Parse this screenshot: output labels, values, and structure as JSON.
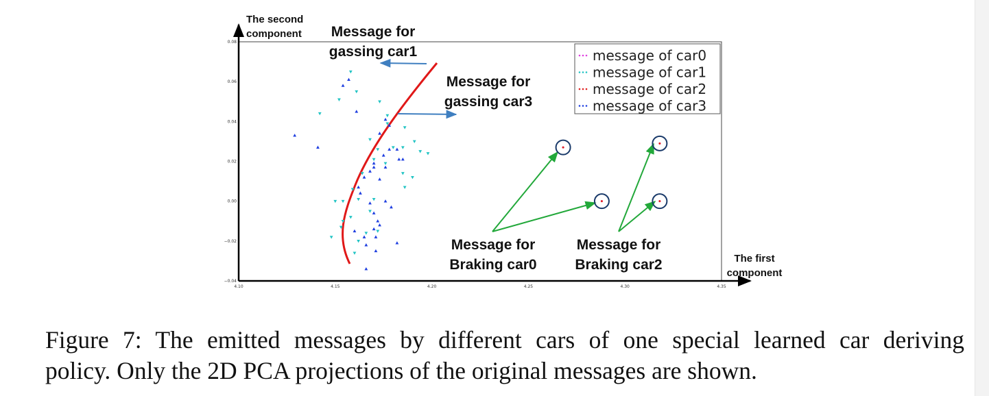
{
  "chart_data": {
    "type": "scatter",
    "xlabel": "The first component",
    "ylabel": "The second component",
    "xlim": [
      4.1,
      4.35
    ],
    "ylim": [
      -0.04,
      0.08
    ],
    "x_ticks": [
      "4.10",
      "4.15",
      "4.20",
      "4.25",
      "4.30",
      "4.35"
    ],
    "y_ticks": [
      "0.08",
      "0.06",
      "0.04",
      "0.02",
      "0.00",
      "−0.02",
      "−0.04"
    ],
    "legend_position": "top-right",
    "legend": [
      "message of car0",
      "message of car1",
      "message of car2",
      "message of car3"
    ],
    "series": [
      {
        "name": "message of car0",
        "color": "#e040e0",
        "marker": "dot",
        "points": [
          [
            4.268,
            0.027
          ],
          [
            4.288,
            0.0
          ],
          [
            4.318,
            0.029
          ],
          [
            4.318,
            0.0
          ]
        ]
      },
      {
        "name": "message of car1",
        "color": "#22c4c4",
        "marker": "triangle-down",
        "points": [
          [
            4.158,
            0.065
          ],
          [
            4.161,
            0.055
          ],
          [
            4.152,
            0.051
          ],
          [
            4.142,
            0.044
          ],
          [
            4.173,
            0.05
          ],
          [
            4.177,
            0.043
          ],
          [
            4.177,
            0.039
          ],
          [
            4.186,
            0.037
          ],
          [
            4.168,
            0.031
          ],
          [
            4.172,
            0.026
          ],
          [
            4.18,
            0.027
          ],
          [
            4.185,
            0.027
          ],
          [
            4.194,
            0.025
          ],
          [
            4.198,
            0.024
          ],
          [
            4.191,
            0.03
          ],
          [
            4.17,
            0.021
          ],
          [
            4.176,
            0.019
          ],
          [
            4.164,
            0.014
          ],
          [
            4.185,
            0.014
          ],
          [
            4.19,
            0.012
          ],
          [
            4.186,
            0.007
          ],
          [
            4.159,
            0.006
          ],
          [
            4.15,
            0.0
          ],
          [
            4.154,
            0.0
          ],
          [
            4.162,
            0.001
          ],
          [
            4.17,
            0.001
          ],
          [
            4.168,
            -0.005
          ],
          [
            4.158,
            -0.008
          ],
          [
            4.154,
            -0.01
          ],
          [
            4.153,
            -0.013
          ],
          [
            4.166,
            -0.016
          ],
          [
            4.172,
            -0.015
          ],
          [
            4.148,
            -0.018
          ],
          [
            4.162,
            -0.02
          ],
          [
            4.16,
            -0.026
          ]
        ]
      },
      {
        "name": "message of car2",
        "color": "#e02020",
        "marker": "dot",
        "points": [
          [
            4.268,
            0.027
          ],
          [
            4.288,
            0.0
          ],
          [
            4.318,
            0.029
          ],
          [
            4.318,
            0.0
          ]
        ]
      },
      {
        "name": "message of car3",
        "color": "#1f3fe0",
        "marker": "triangle-up",
        "points": [
          [
            4.157,
            0.061
          ],
          [
            4.154,
            0.058
          ],
          [
            4.161,
            0.045
          ],
          [
            4.129,
            0.033
          ],
          [
            4.141,
            0.027
          ],
          [
            4.176,
            0.041
          ],
          [
            4.178,
            0.038
          ],
          [
            4.173,
            0.034
          ],
          [
            4.178,
            0.026
          ],
          [
            4.183,
            0.021
          ],
          [
            4.182,
            0.026
          ],
          [
            4.185,
            0.021
          ],
          [
            4.175,
            0.023
          ],
          [
            4.17,
            0.019
          ],
          [
            4.17,
            0.017
          ],
          [
            4.176,
            0.017
          ],
          [
            4.168,
            0.015
          ],
          [
            4.165,
            0.012
          ],
          [
            4.173,
            0.011
          ],
          [
            4.162,
            0.007
          ],
          [
            4.163,
            0.004
          ],
          [
            4.168,
            -0.001
          ],
          [
            4.17,
            -0.006
          ],
          [
            4.176,
            0.0
          ],
          [
            4.179,
            -0.003
          ],
          [
            4.172,
            -0.01
          ],
          [
            4.173,
            -0.012
          ],
          [
            4.17,
            -0.014
          ],
          [
            4.171,
            -0.018
          ],
          [
            4.16,
            -0.015
          ],
          [
            4.165,
            -0.018
          ],
          [
            4.182,
            -0.021
          ],
          [
            4.166,
            -0.022
          ],
          [
            4.171,
            -0.025
          ],
          [
            4.166,
            -0.034
          ]
        ]
      }
    ],
    "annotations": [
      {
        "id": "gas1",
        "lines": [
          "Message for",
          "gassing car1"
        ]
      },
      {
        "id": "gas3",
        "lines": [
          "Message for",
          "gassing car3"
        ]
      },
      {
        "id": "brake0",
        "lines": [
          "Message for",
          "Braking car0"
        ]
      },
      {
        "id": "brake2",
        "lines": [
          "Message for",
          "Braking car2"
        ]
      }
    ],
    "boundary_curve_color": "#e01818",
    "arrow_colors": {
      "gassing": "#3f7fc0",
      "braking": "#22a83a"
    }
  },
  "caption": {
    "line1": "Figure 7: The emitted messages by different cars of one special learned car deriving",
    "line2": "policy. Only the 2D PCA projections of the original messages are shown."
  }
}
